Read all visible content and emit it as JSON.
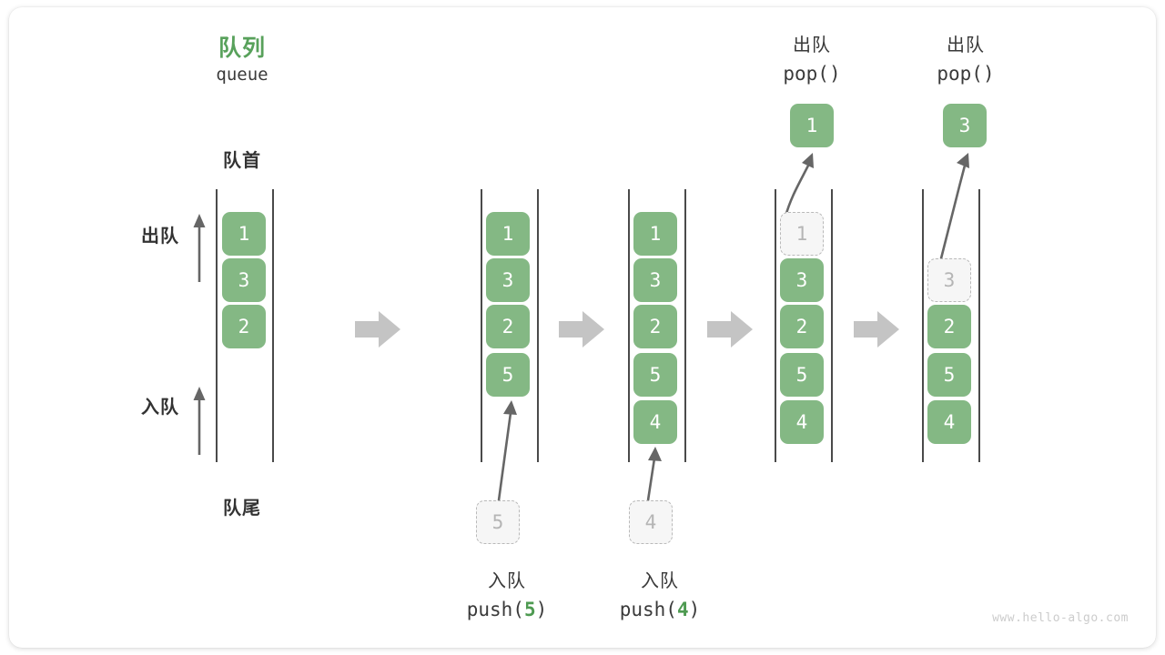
{
  "diagram": {
    "title_cn": "队列",
    "title_en": "queue",
    "front_label": "队首",
    "rear_label": "队尾",
    "dequeue_label": "出队",
    "enqueue_label": "入队",
    "watermark": "www.hello-algo.com",
    "colors": {
      "green": "#84b884",
      "green_text": "#58a15b",
      "ghost_fill": "#f6f6f6",
      "ghost_border": "#b9b9b9",
      "line": "#4a4a4a",
      "arrow": "#666666",
      "sep_arrow": "#c4c4c4",
      "card": "#ffffff"
    },
    "side_arrows": [
      {
        "name": "dequeue-direction-arrow",
        "label": "出队",
        "direction": "up"
      },
      {
        "name": "enqueue-direction-arrow",
        "label": "入队",
        "direction": "up"
      }
    ],
    "states": [
      {
        "id": "state-initial",
        "cells": [
          {
            "value": "1",
            "style": "filled"
          },
          {
            "value": "3",
            "style": "filled"
          },
          {
            "value": "2",
            "style": "filled"
          }
        ]
      },
      {
        "id": "state-after-push-5",
        "cells": [
          {
            "value": "1",
            "style": "filled"
          },
          {
            "value": "3",
            "style": "filled"
          },
          {
            "value": "2",
            "style": "filled"
          },
          {
            "value": "5",
            "style": "filled"
          }
        ],
        "incoming": {
          "value": "5",
          "style": "ghost"
        },
        "caption_cn": "入队",
        "caption_code_prefix": "push(",
        "caption_code_arg": "5",
        "caption_code_suffix": ")"
      },
      {
        "id": "state-after-push-4",
        "cells": [
          {
            "value": "1",
            "style": "filled"
          },
          {
            "value": "3",
            "style": "filled"
          },
          {
            "value": "2",
            "style": "filled"
          },
          {
            "value": "5",
            "style": "filled"
          },
          {
            "value": "4",
            "style": "filled"
          }
        ],
        "incoming": {
          "value": "4",
          "style": "ghost"
        },
        "caption_cn": "入队",
        "caption_code_prefix": "push(",
        "caption_code_arg": "4",
        "caption_code_suffix": ")"
      },
      {
        "id": "state-after-pop-1",
        "cells": [
          {
            "value": "1",
            "style": "ghost"
          },
          {
            "value": "3",
            "style": "filled"
          },
          {
            "value": "2",
            "style": "filled"
          },
          {
            "value": "5",
            "style": "filled"
          },
          {
            "value": "4",
            "style": "filled"
          }
        ],
        "outgoing": {
          "value": "1",
          "style": "popped"
        },
        "caption_cn": "出队",
        "caption_code_prefix": "pop(",
        "caption_code_arg": "",
        "caption_code_suffix": ")"
      },
      {
        "id": "state-after-pop-3",
        "cells": [
          {
            "value": "3",
            "style": "ghost"
          },
          {
            "value": "2",
            "style": "filled"
          },
          {
            "value": "5",
            "style": "filled"
          },
          {
            "value": "4",
            "style": "filled"
          }
        ],
        "outgoing": {
          "value": "3",
          "style": "popped"
        },
        "caption_cn": "出队",
        "caption_code_prefix": "pop(",
        "caption_code_arg": "",
        "caption_code_suffix": ")"
      }
    ],
    "separators": [
      {
        "name": "step-arrow-1"
      },
      {
        "name": "step-arrow-2"
      },
      {
        "name": "step-arrow-3"
      },
      {
        "name": "step-arrow-4"
      }
    ]
  }
}
